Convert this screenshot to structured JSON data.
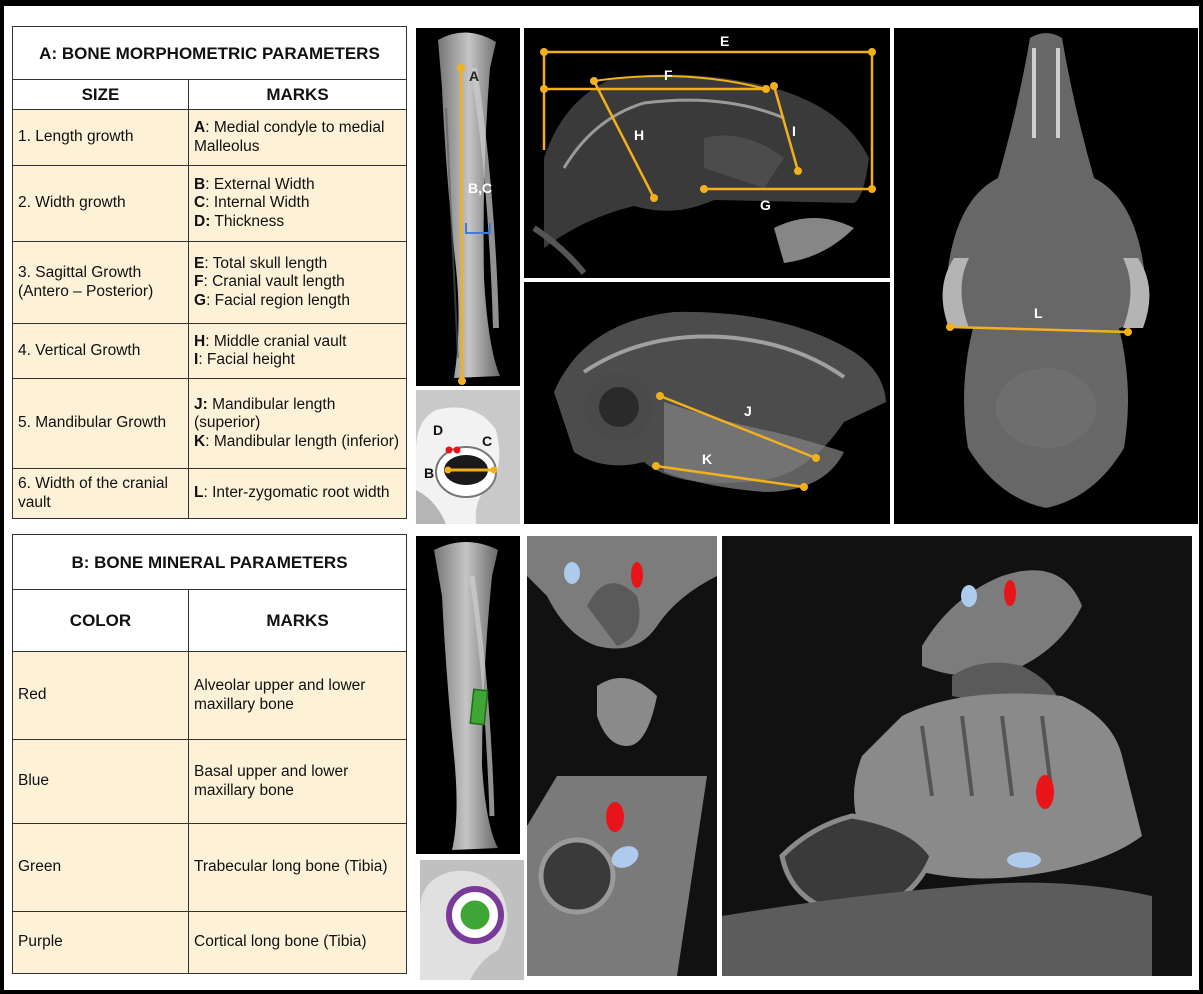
{
  "table_a": {
    "title": "A: BONE MORPHOMETRIC PARAMETERS",
    "col_size": "SIZE",
    "col_marks": "MARKS",
    "rows": [
      {
        "size": "1. Length growth",
        "marks": [
          {
            "key": "A",
            "text": ": Medial condyle to medial Malleolus"
          }
        ]
      },
      {
        "size": "2. Width growth",
        "marks": [
          {
            "key": "B",
            "text": ": External Width"
          },
          {
            "key": "C",
            "text": ": Internal Width"
          },
          {
            "key": "D:",
            "text": " Thickness"
          }
        ]
      },
      {
        "size": "3. Sagittal Growth (Antero – Posterior)",
        "marks": [
          {
            "key": "E",
            "text": ": Total skull length"
          },
          {
            "key": "F",
            "text": ": Cranial vault length"
          },
          {
            "key": "G",
            "text": ": Facial region length"
          }
        ]
      },
      {
        "size": "4. Vertical Growth",
        "marks": [
          {
            "key": "H",
            "text": ": Middle cranial vault"
          },
          {
            "key": "I",
            "text": ": Facial height"
          }
        ]
      },
      {
        "size": "5. Mandibular Growth",
        "marks": [
          {
            "key": "J:",
            "text": " Mandibular length (superior)"
          },
          {
            "key": "K",
            "text": ": Mandibular length (inferior)"
          }
        ]
      },
      {
        "size": "6. Width of the cranial vault",
        "marks": [
          {
            "key": "L",
            "text": ": Inter-zygomatic root width"
          }
        ]
      }
    ]
  },
  "table_b": {
    "title": "B: BONE MINERAL PARAMETERS",
    "col_color": "COLOR",
    "col_marks": "MARKS",
    "rows": [
      {
        "color": "Red",
        "marks": "Alveolar upper and lower maxillary bone"
      },
      {
        "color": "Blue",
        "marks": "Basal upper and lower maxillary bone"
      },
      {
        "color": "Green",
        "marks": "Trabecular long bone (Tibia)"
      },
      {
        "color": "Purple",
        "marks": "Cortical long bone (Tibia)"
      }
    ]
  },
  "image_labels": {
    "tibia": {
      "a": "A",
      "bc": "B,C"
    },
    "cross": {
      "b": "B",
      "c": "C",
      "d": "D"
    },
    "skull_lateral": {
      "e": "E",
      "f": "F",
      "g": "G",
      "h": "H",
      "i": "I"
    },
    "skull_mandible": {
      "j": "J",
      "k": "K"
    },
    "skull_ventral": {
      "l": "L"
    }
  },
  "colors": {
    "measure_line": "#f2b01c",
    "table_fill": "#fdf1d8",
    "marker_red": "#e8141a",
    "marker_blue": "#aecbee",
    "marker_green": "#3fa535",
    "marker_purple": "#7a3a9a"
  }
}
